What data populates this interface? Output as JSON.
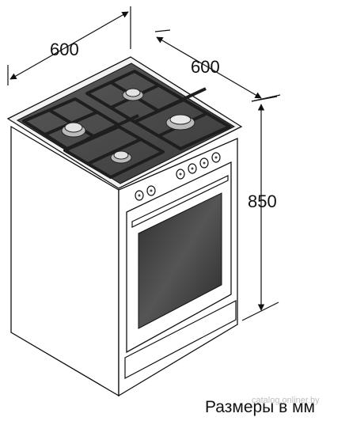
{
  "dimensions": {
    "width": "600",
    "depth": "600",
    "height": "850"
  },
  "caption": "Размеры в мм",
  "watermark": "catalog.onliner.by",
  "colors": {
    "line": "#111111",
    "body": "#ffffff",
    "hob": "#4a4a4a",
    "grate": "#2a2a2a",
    "burner": "#dcdcdc",
    "oven_window": "#3c3c3c"
  }
}
